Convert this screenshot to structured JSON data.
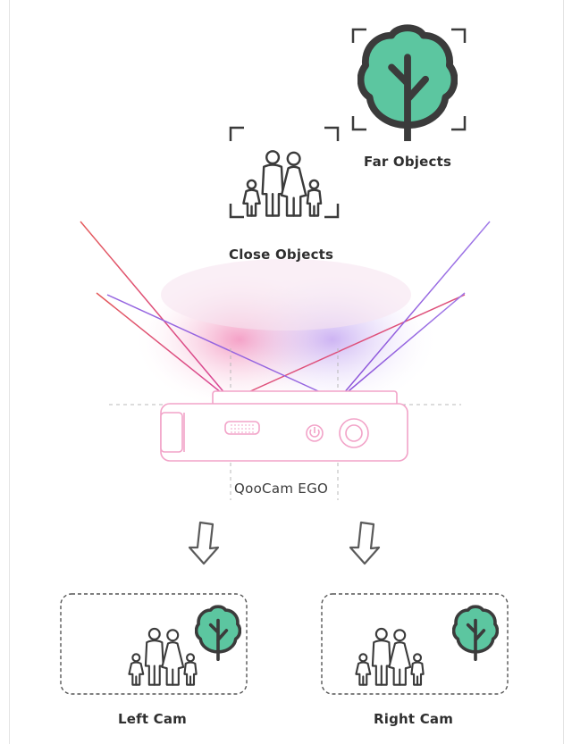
{
  "labels": {
    "far_objects": "Far Objects",
    "close_objects": "Close Objects",
    "left_cam": "Left Cam",
    "right_cam": "Right Cam"
  },
  "camera": {
    "brand_text": "QooCam EGO"
  },
  "icons": {
    "tree": "tree-icon",
    "family": "family-icon",
    "arrow": "hollow-arrow-down-icon",
    "power": "power-icon"
  },
  "colors": {
    "tree_fill": "#5cc6a0",
    "outline": "#3b3b3b",
    "ray_left": "#e0508a",
    "ray_right": "#9a66e6",
    "device": "#f3a9cc"
  }
}
